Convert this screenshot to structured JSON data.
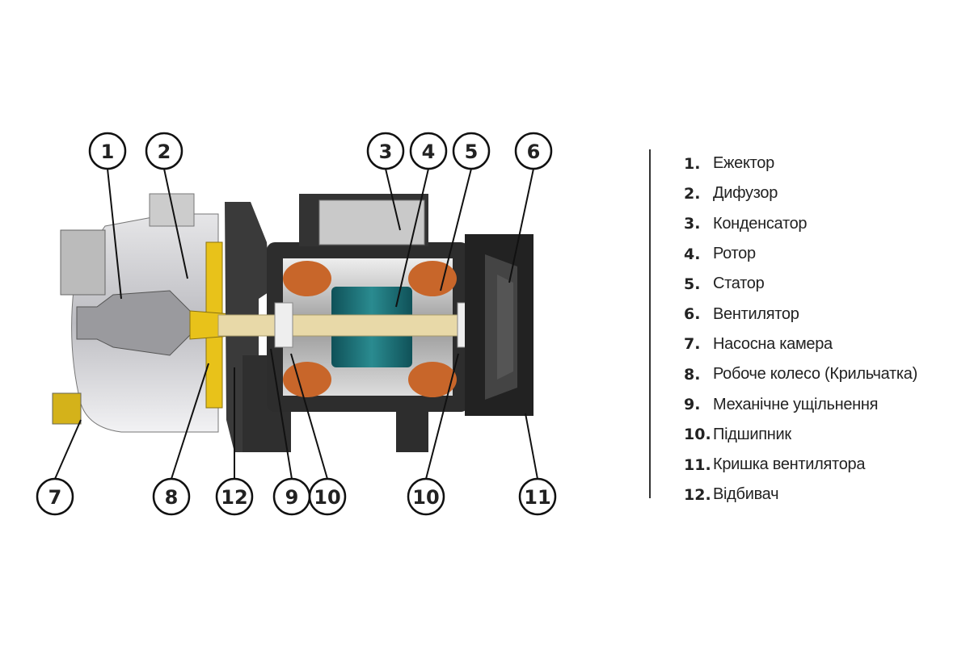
{
  "callouts": [
    "1",
    "2",
    "3",
    "4",
    "5",
    "6",
    "7",
    "8",
    "12",
    "9",
    "10",
    "10",
    "11"
  ],
  "legend": [
    {
      "num": "1.",
      "text": "Ежектор"
    },
    {
      "num": "2.",
      "text": "Дифузор"
    },
    {
      "num": "3.",
      "text": "Конденсатор"
    },
    {
      "num": "4.",
      "text": "Ротор"
    },
    {
      "num": "5.",
      "text": "Статор"
    },
    {
      "num": "6.",
      "text": "Вентилятор"
    },
    {
      "num": "7.",
      "text": "Насосна камера"
    },
    {
      "num": "8.",
      "text": "Робоче колесо (Крильчатка)"
    },
    {
      "num": "9.",
      "text": "Механічне ущільнення"
    },
    {
      "num": "10.",
      "text": "Підшипник"
    },
    {
      "num": "11.",
      "text": "Кришка вентилятора"
    },
    {
      "num": "12.",
      "text": "Відбивач"
    }
  ],
  "colors": {
    "rotor": "#1f7a80",
    "shaft": "#e8d9a8",
    "winding": "#c8662a",
    "impeller": "#e8c21a",
    "housing": "#3a3a3a",
    "body": "#c9c9cc"
  }
}
